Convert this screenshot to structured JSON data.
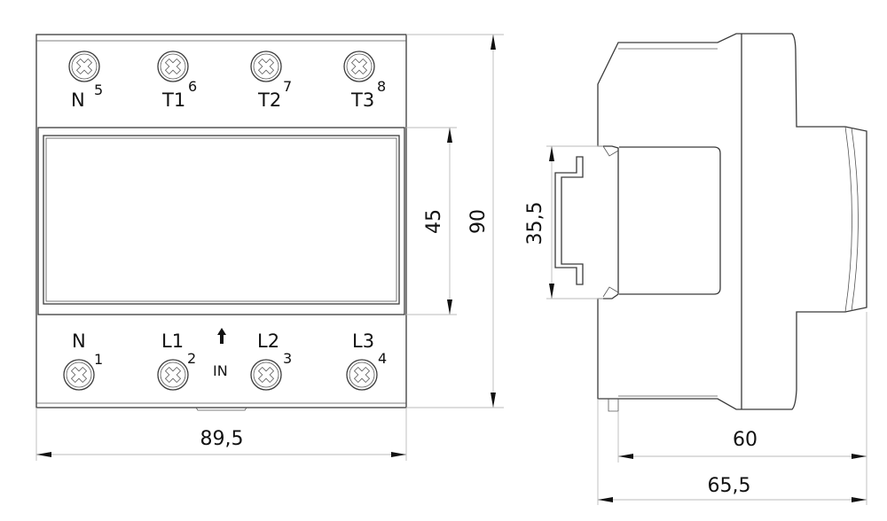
{
  "top_terminals": [
    {
      "label": "N",
      "number": "5"
    },
    {
      "label": "T1",
      "number": "6"
    },
    {
      "label": "T2",
      "number": "7"
    },
    {
      "label": "T3",
      "number": "8"
    }
  ],
  "bottom_terminals": [
    {
      "label": "N",
      "number": "1"
    },
    {
      "label": "L1",
      "number": "2"
    },
    {
      "label": "L2",
      "number": "3"
    },
    {
      "label": "L3",
      "number": "4"
    }
  ],
  "input_label": "IN",
  "dimensions": {
    "width": "89,5",
    "height": "90",
    "window_height": "45",
    "din_rail": "35,5",
    "depth": "60",
    "total_depth": "65,5"
  }
}
